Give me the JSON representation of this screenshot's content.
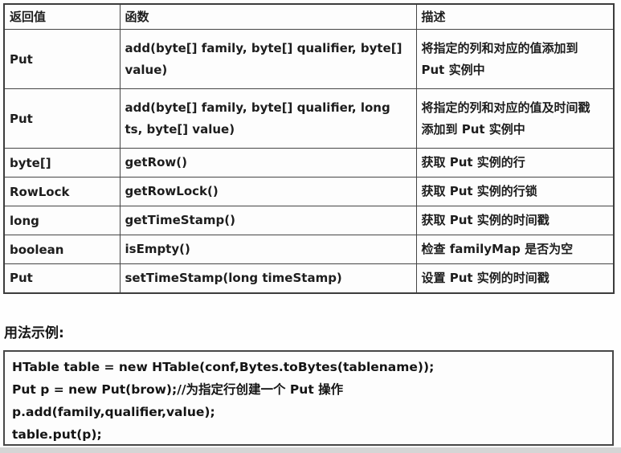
{
  "document": {
    "table": {
      "headers": [
        "返回值",
        "函数",
        "描述"
      ],
      "rows": [
        {
          "return_type": "Put",
          "function": "add(byte[] family, byte[] qualifier, byte[] value)",
          "description": "将指定的列和对应的值添加到 Put 实例中"
        },
        {
          "return_type": "Put",
          "function": "add(byte[] family, byte[] qualifier, long ts, byte[] value)",
          "description": "将指定的列和对应的值及时间戳添加到 Put 实例中"
        },
        {
          "return_type": "byte[]",
          "function": "getRow()",
          "description": "获取 Put 实例的行"
        },
        {
          "return_type": "RowLock",
          "function": "getRowLock()",
          "description": "获取 Put 实例的行锁"
        },
        {
          "return_type": "long",
          "function": "getTimeStamp()",
          "description": "获取 Put 实例的时间戳"
        },
        {
          "return_type": "boolean",
          "function": "isEmpty()",
          "description": "检查 familyMap 是否为空"
        },
        {
          "return_type": "Put",
          "function": "setTimeStamp(long timeStamp)",
          "description": "设置 Put 实例的时间戳"
        }
      ]
    },
    "usage": {
      "label": "用法示例:",
      "code_lines": [
        "HTable table = new HTable(conf,Bytes.toBytes(tablename));",
        "Put p = new Put(brow);//为指定行创建一个 Put 操作",
        "p.add(family,qualifier,value);",
        "table.put(p);"
      ]
    },
    "colors": {
      "border": "#454545",
      "text": "#1d1d1d",
      "background": "#fefefe",
      "bottom_strip": "#d5d5d5"
    }
  }
}
